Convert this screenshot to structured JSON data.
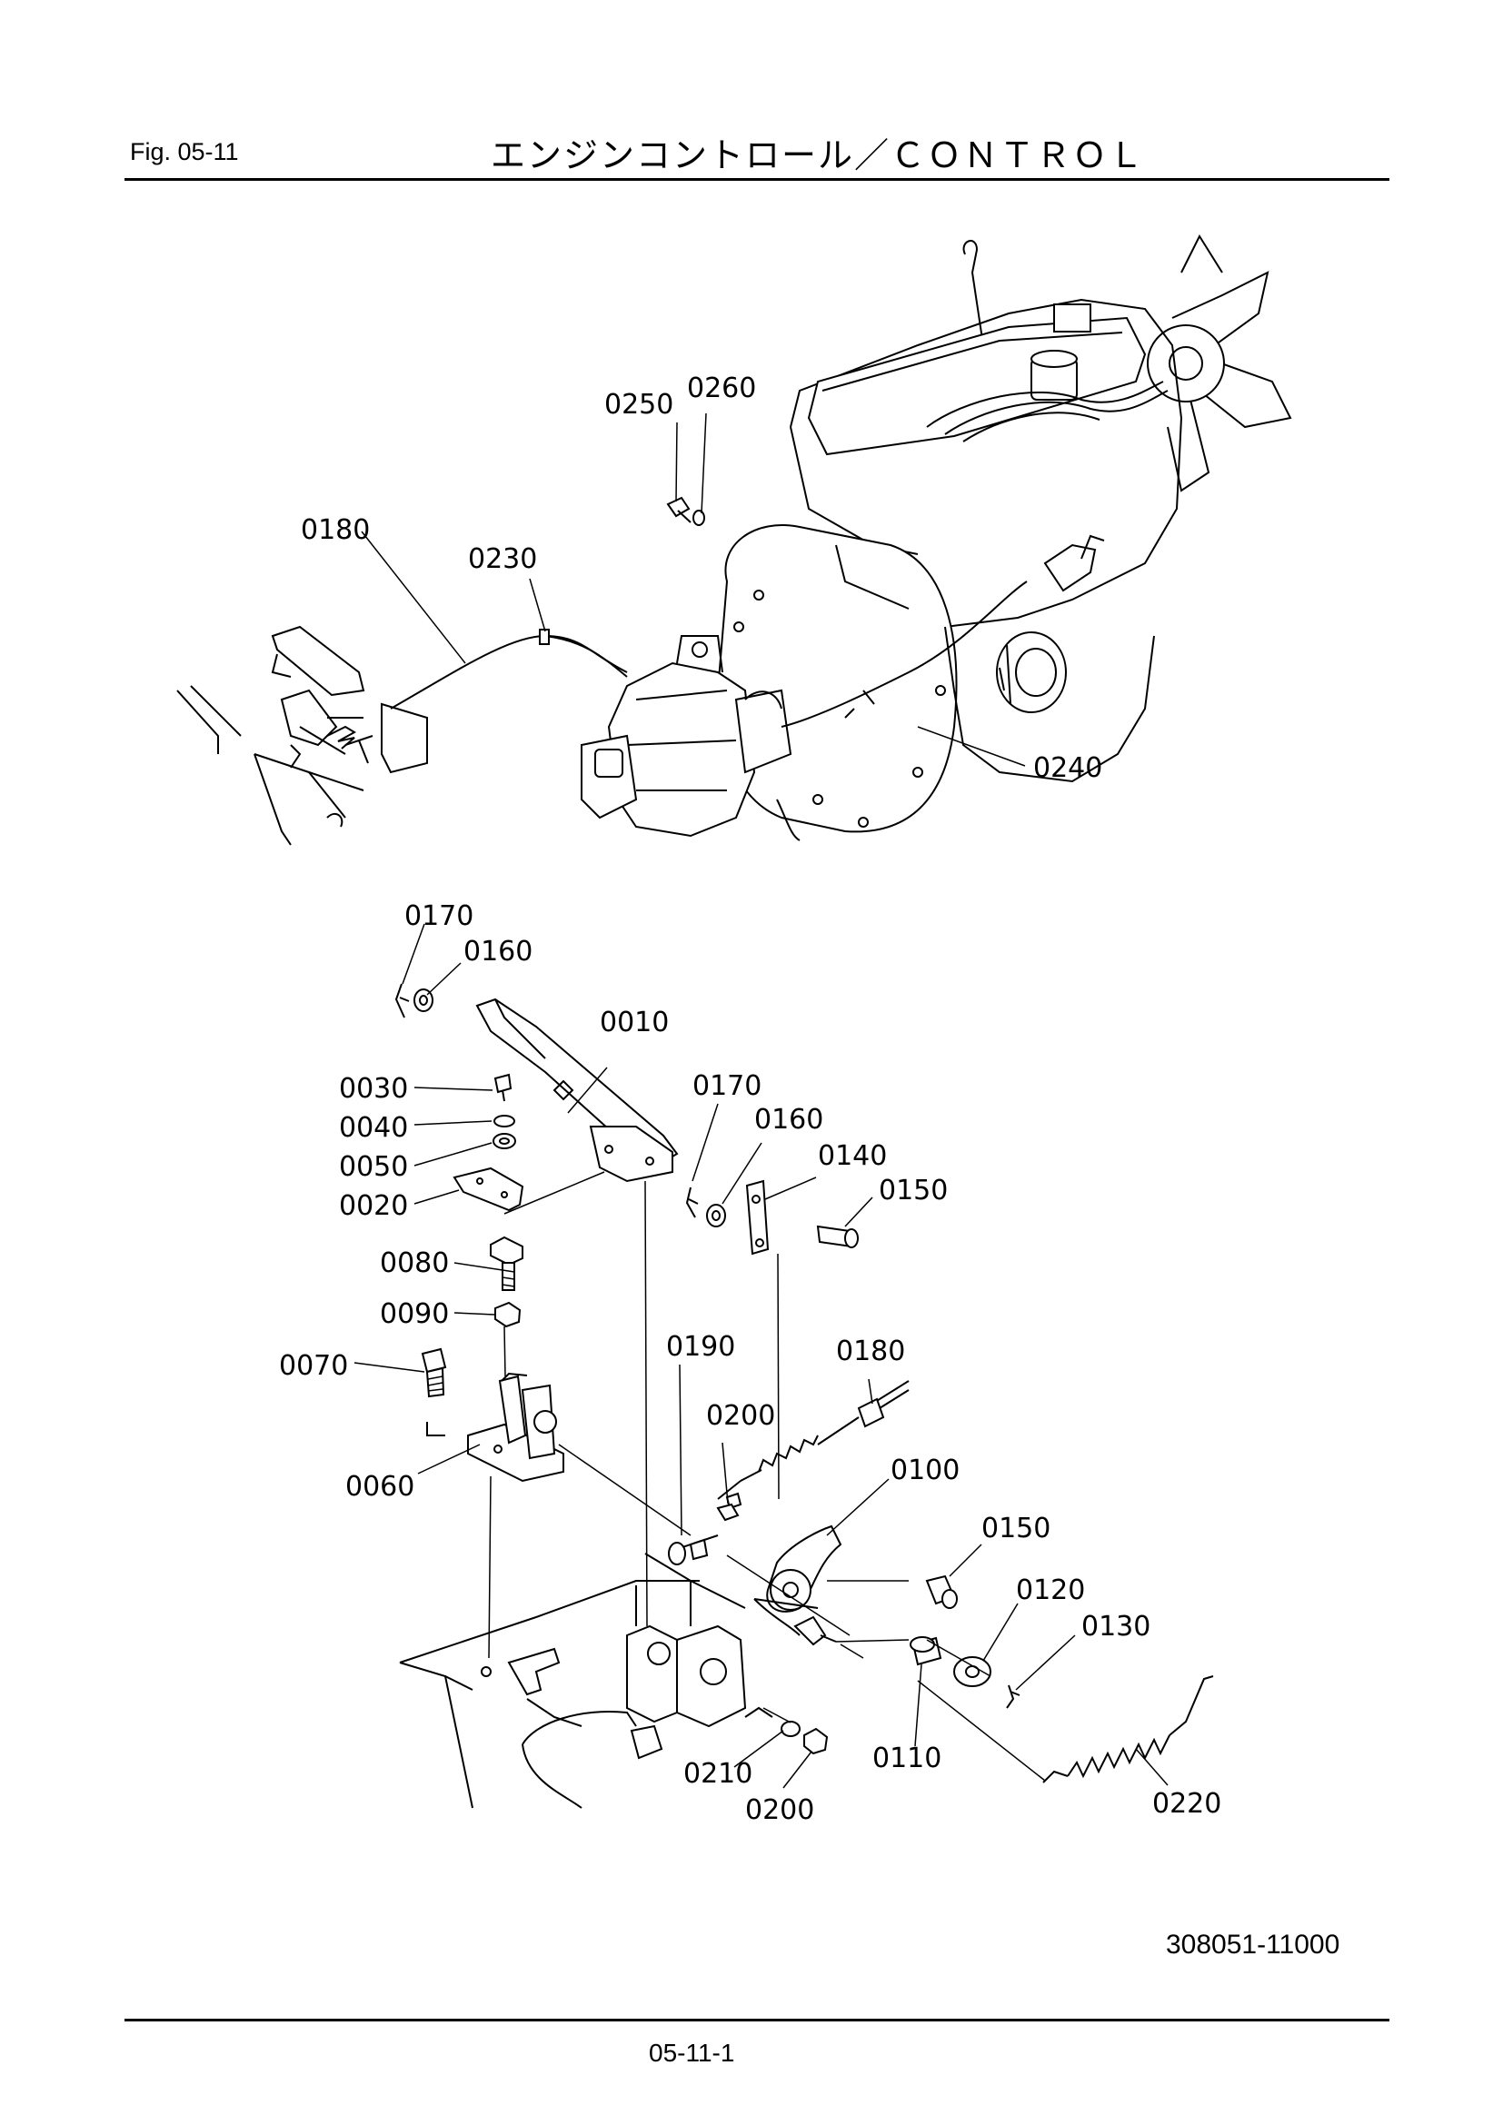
{
  "header": {
    "fig_number": "Fig.  05-11",
    "title": "エンジンコントロール／ＣＯＮＴＲＯＬ"
  },
  "footer": {
    "drawing_number": "308051-11000",
    "page_number": "05-11-1"
  },
  "callouts": {
    "c0250": "0250",
    "c0260": "0260",
    "c0180_top": "0180",
    "c0230": "0230",
    "c0240": "0240",
    "c0170_a": "0170",
    "c0160_a": "0160",
    "c0010": "0010",
    "c0030": "0030",
    "c0040": "0040",
    "c0050": "0050",
    "c0020": "0020",
    "c0170_b": "0170",
    "c0160_b": "0160",
    "c0140": "0140",
    "c0150_a": "0150",
    "c0080": "0080",
    "c0090": "0090",
    "c0070": "0070",
    "c0060": "0060",
    "c0190": "0190",
    "c0180_bottom": "0180",
    "c0200_a": "0200",
    "c0100": "0100",
    "c0150_b": "0150",
    "c0120": "0120",
    "c0130": "0130",
    "c0210": "0210",
    "c0200_b": "0200",
    "c0110": "0110",
    "c0220": "0220"
  }
}
